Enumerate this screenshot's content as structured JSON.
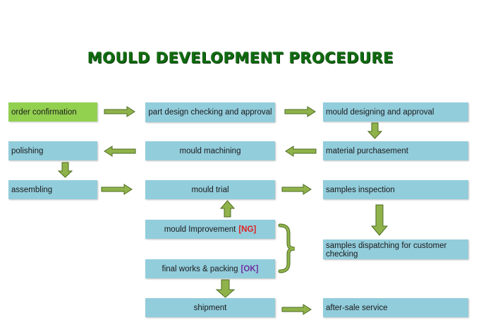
{
  "title": "MOULD  DEVELOPMENT PROCEDURE",
  "colors": {
    "title": "#0f6b0f",
    "box_fill": "#92cddc",
    "start_fill": "#92d050",
    "arrow_fill": "#8fb34a",
    "ng_tag": "#e02020",
    "ok_tag": "#7030a0"
  },
  "steps": {
    "order_confirmation": "order confirmation",
    "part_design": "part design checking and approval",
    "mould_designing": "mould  designing and approval",
    "polishing": "polishing",
    "mould_machining": "mould machining",
    "material_purchase": "material purchasement",
    "assembling": "assembling",
    "mould_trial": "mould trial",
    "samples_inspection": "samples inspection",
    "mould_improvement": "mould Improvement",
    "final_works": "final works & packing",
    "samples_dispatching": "samples dispatching for customer checking",
    "shipment": "shipment",
    "after_sale": "after-sale service"
  },
  "tags": {
    "ng": "[NG]",
    "ok": "[OK]"
  }
}
